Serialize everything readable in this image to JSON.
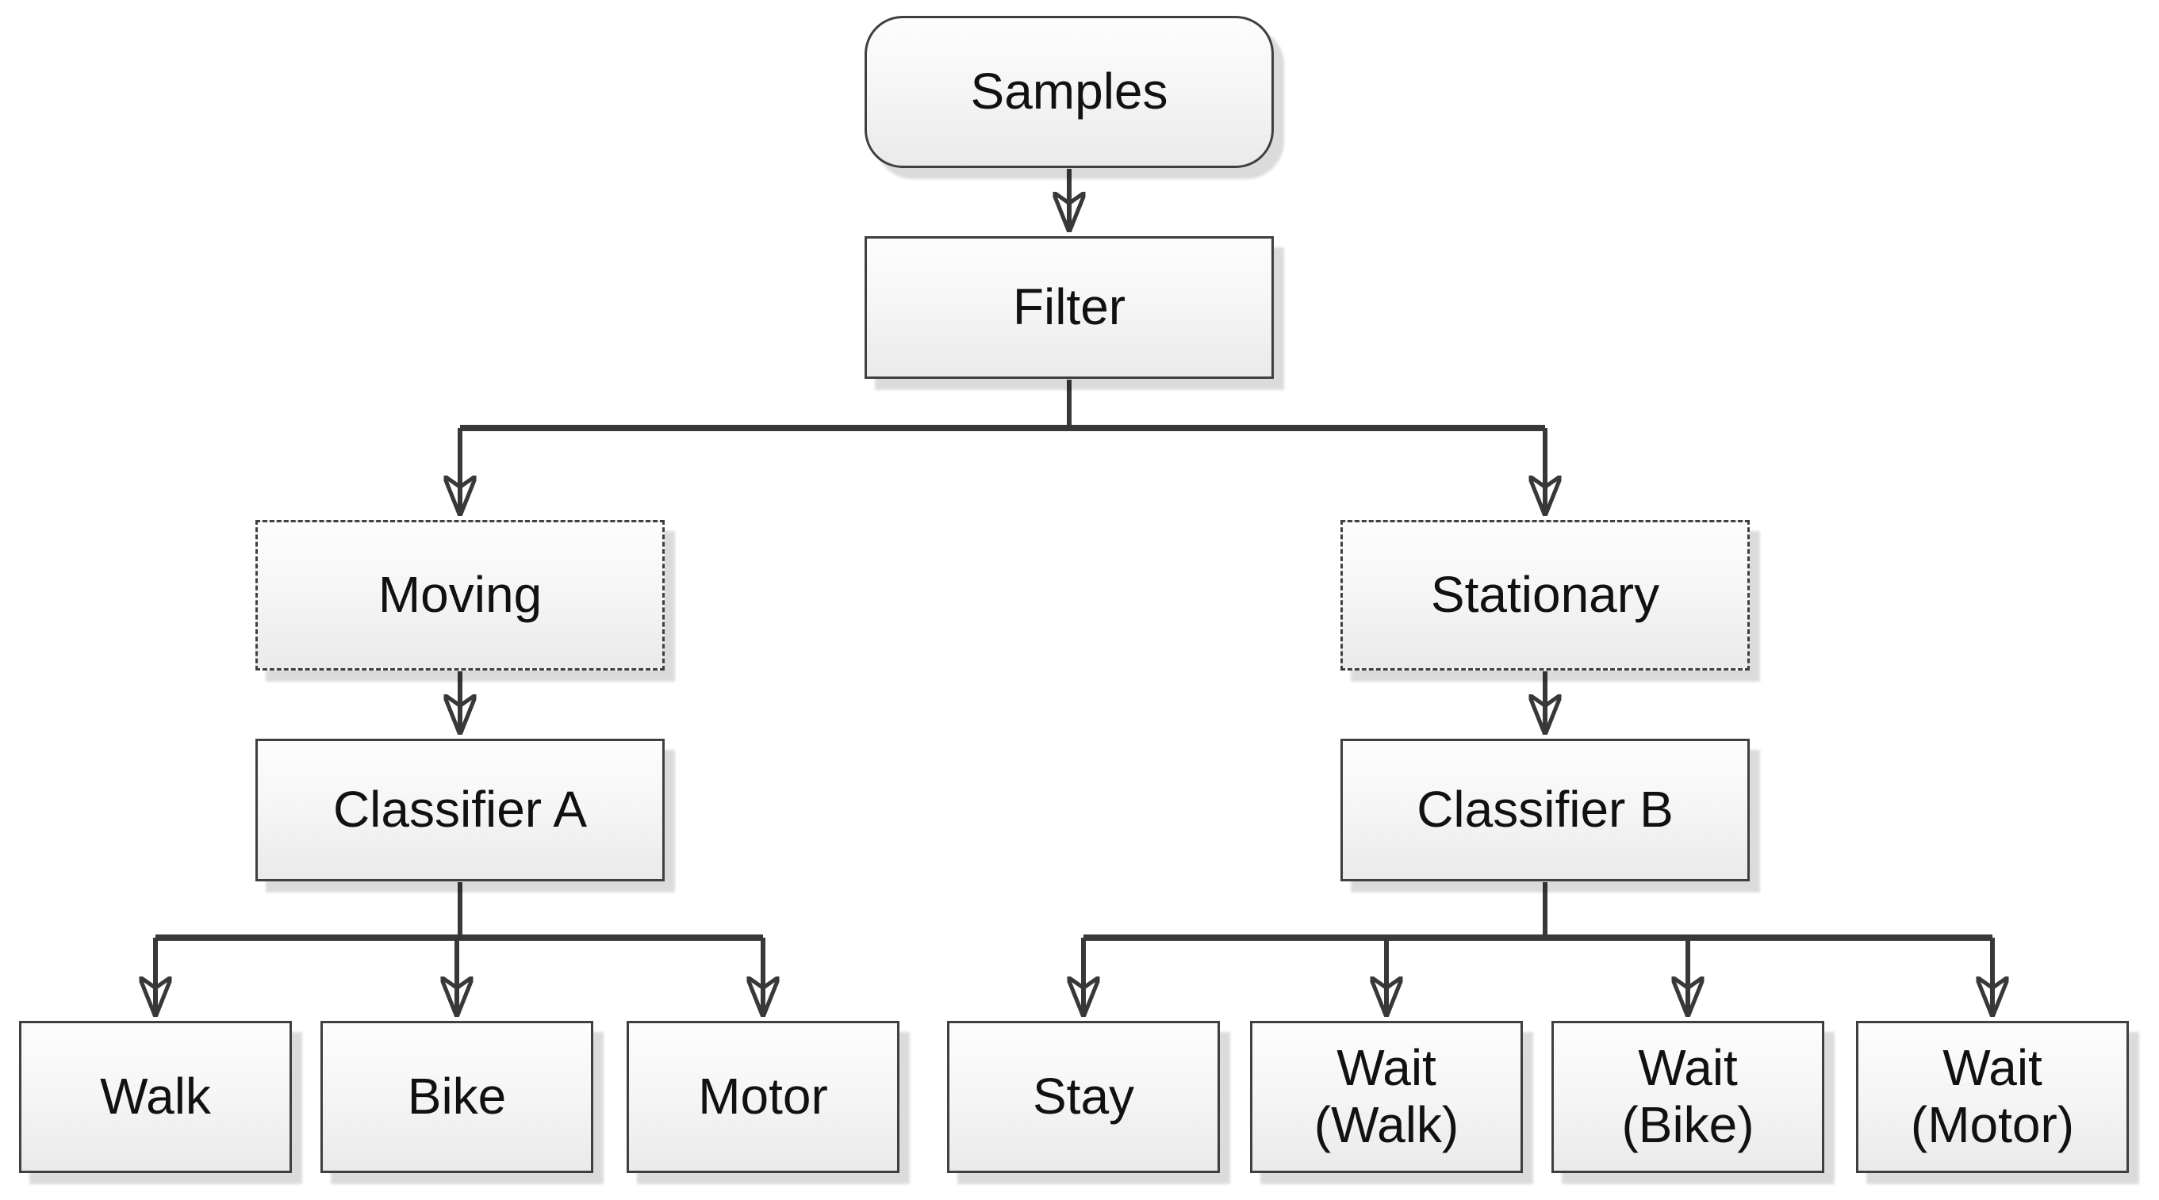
{
  "diagram": {
    "type": "flowchart",
    "background": "#ffffff",
    "colors": {
      "node_border": "#3f3f3f",
      "node_fill_top": "#fdfdfd",
      "node_fill_bottom": "#eaeaea",
      "node_shadow": "#d9d9d9",
      "connector": "#383838",
      "text": "#111111"
    },
    "nodes": [
      {
        "id": "samples",
        "label": "Samples",
        "line1": "Samples",
        "shape": "rounded-rectangle",
        "border": "solid"
      },
      {
        "id": "filter",
        "label": "Filter",
        "line1": "Filter",
        "shape": "rectangle",
        "border": "solid"
      },
      {
        "id": "moving",
        "label": "Moving",
        "line1": "Moving",
        "shape": "rectangle",
        "border": "dashed"
      },
      {
        "id": "stationary",
        "label": "Stationary",
        "line1": "Stationary",
        "shape": "rectangle",
        "border": "dashed"
      },
      {
        "id": "classifier-a",
        "label": "Classifier A",
        "line1": "Classifier A",
        "shape": "rectangle",
        "border": "solid"
      },
      {
        "id": "classifier-b",
        "label": "Classifier B",
        "line1": "Classifier B",
        "shape": "rectangle",
        "border": "solid"
      },
      {
        "id": "walk",
        "label": "Walk",
        "line1": "Walk",
        "shape": "rectangle",
        "border": "solid"
      },
      {
        "id": "bike",
        "label": "Bike",
        "line1": "Bike",
        "shape": "rectangle",
        "border": "solid"
      },
      {
        "id": "motor",
        "label": "Motor",
        "line1": "Motor",
        "shape": "rectangle",
        "border": "solid"
      },
      {
        "id": "stay",
        "label": "Stay",
        "line1": "Stay",
        "shape": "rectangle",
        "border": "solid"
      },
      {
        "id": "wait-walk",
        "label": "Wait (Walk)",
        "line1": "Wait",
        "line2": "(Walk)",
        "shape": "rectangle",
        "border": "solid"
      },
      {
        "id": "wait-bike",
        "label": "Wait (Bike)",
        "line1": "Wait",
        "line2": "(Bike)",
        "shape": "rectangle",
        "border": "solid"
      },
      {
        "id": "wait-motor",
        "label": "Wait (Motor)",
        "line1": "Wait",
        "line2": "(Motor)",
        "shape": "rectangle",
        "border": "solid"
      }
    ],
    "edges": [
      {
        "from": "samples",
        "to": "filter"
      },
      {
        "from": "filter",
        "to": "moving"
      },
      {
        "from": "filter",
        "to": "stationary"
      },
      {
        "from": "moving",
        "to": "classifier-a"
      },
      {
        "from": "stationary",
        "to": "classifier-b"
      },
      {
        "from": "classifier-a",
        "to": "walk"
      },
      {
        "from": "classifier-a",
        "to": "bike"
      },
      {
        "from": "classifier-a",
        "to": "motor"
      },
      {
        "from": "classifier-b",
        "to": "stay"
      },
      {
        "from": "classifier-b",
        "to": "wait-walk"
      },
      {
        "from": "classifier-b",
        "to": "wait-bike"
      },
      {
        "from": "classifier-b",
        "to": "wait-motor"
      }
    ]
  }
}
